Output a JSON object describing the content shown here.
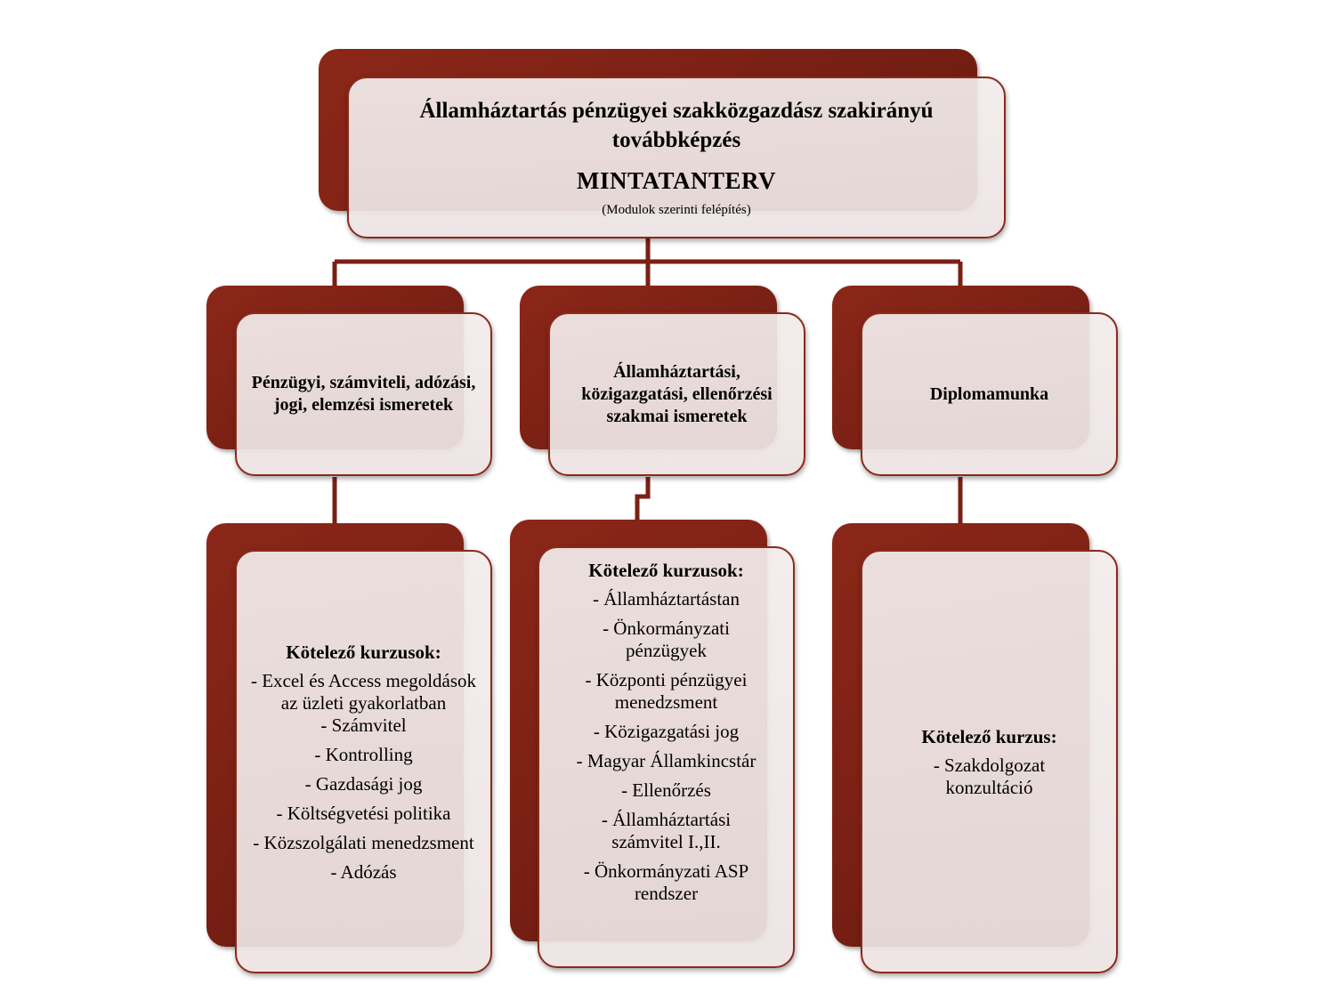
{
  "header": {
    "title": "Államháztartás pénzügyei szakközgazdász szakirányú továbbképzés",
    "subtitle": "MINTATANTERV",
    "note": "(Modulok szerinti felépítés)"
  },
  "modules": [
    {
      "title": "Pénzügyi, számviteli, adózási, jogi, elemzési ismeretek",
      "courses_heading": "Kötelező kurzusok:",
      "courses": [
        "- Excel és Access megoldások az üzleti gyakorlatban",
        "- Számvitel",
        "- Kontrolling",
        "- Gazdasági jog",
        "- Költségvetési politika",
        "- Közszolgálati menedzsment",
        "- Adózás"
      ]
    },
    {
      "title": "Államháztartási, közigazgatási, ellenőrzési szakmai ismeretek",
      "courses_heading": "Kötelező kurzusok:",
      "courses": [
        "- Államháztartástan",
        "- Önkormányzati pénzügyek",
        "- Központi pénzügyei menedzsment",
        "- Közigazgatási jog",
        "- Magyar Államkincstár",
        "- Ellenőrzés",
        "- Államháztartási számvitel I.,II.",
        "- Önkormányzati ASP rendszer"
      ]
    },
    {
      "title": "Diplomamunka",
      "courses_heading": "Kötelező kurzus:",
      "courses": [
        "-  Szakdolgozat konzultáció"
      ]
    }
  ],
  "colors": {
    "accent": "#7f2316",
    "box_fill": "#efe8e7",
    "connector": "#7a2014"
  }
}
